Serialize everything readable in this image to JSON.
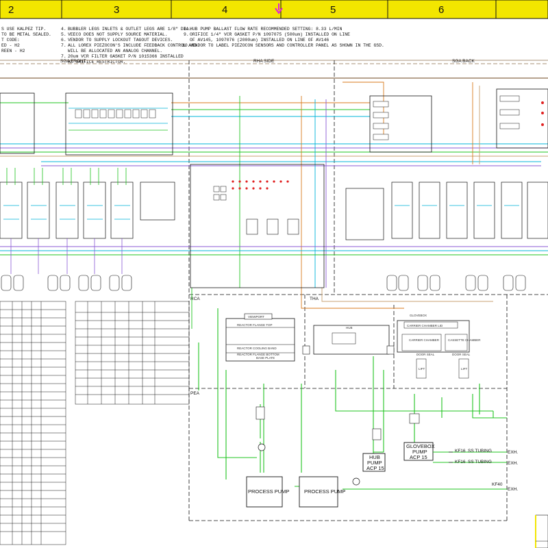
{
  "zones": [
    "2",
    "3",
    "4",
    "5",
    "6"
  ],
  "notes": {
    "left": [
      "S USE KALPEZ TIP.",
      "TO BE METAL SEALED.",
      "T CODE:",
      "ED - H2",
      "REEN - H2"
    ],
    "middle": [
      "BUBBLER LEGS INLETS & OUTLET LEGS ARE 1/8\" DIA.",
      "VEECO DOES NOT SUPPLY SOURCE MATERIAL.",
      "VENDOR TO SUPPLY LOCKOUT TAGOUT DEVICES.",
      "ALL LOREX PIEZOCON'S INCLUDE FEEDBACK CONTROL AND",
      "WILL BE ALLOCATED AN ANALOG CHANNEL.",
      "20um VCR FILTER GASKET P/N 1015366 INSTALLED",
      "AS ORIFICE RESTRICTOR."
    ],
    "middle_numbers": [
      "4.",
      "5.",
      "6.",
      "7.",
      "",
      "7.",
      ""
    ],
    "right": [
      "HUB PUMP BALLAST FLOW RATE RECOMMENDED SETTING: 8.33 L/MIN",
      "ORIFICE 1/4\" VCR GASKET P/N 1097075 (500um) INSTALLED ON LINE",
      "OF AV145, 1097076 (2000um) INSTALLED ON LINE OF AV146",
      "VENDOR TO LABEL PIEZOCON SENSORS AND CONTROLLER PANEL AS SHOWN IN THE GSD."
    ],
    "right_numbers": [
      "8.",
      "9.",
      "",
      "10."
    ]
  },
  "sections": {
    "sga_front": "SGA FRONT",
    "rha_side": "RHA SIDE",
    "sga_back": "SGA BACK",
    "rca": "RCA",
    "tha": "THA",
    "pea": "PEA",
    "glovebox": "GLOVEBOX"
  },
  "reactor": {
    "viewport": "VIEWPORT",
    "top": "REACTOR FLANGE TOP",
    "cooling": "REACTOR COOLING BAND",
    "bottom": "REACTOR FLANGE BOTTOM",
    "base": "BASE PLATE"
  },
  "hub_label": "HUB",
  "chambers": {
    "carrier_lid": "CARRIER CHAMBER LID",
    "carrier": "CARRIER CHAMBER",
    "cassette": "CASSETTE CHAMBER",
    "door_seal_1": "DOOR SEAL",
    "door_seal_2": "DOOR SEAL",
    "lift_1": "LIFT",
    "lift_2": "LIFT"
  },
  "pumps": {
    "process_1": "PROCESS PUMP",
    "process_2": "PROCESS PUMP",
    "hub": [
      "HUB",
      "PUMP",
      "ACP 15"
    ],
    "glovebox": [
      "GLOVEBOX",
      "PUMP",
      "ACP 15"
    ]
  },
  "exhaust": [
    {
      "fitting": "KF16",
      "line": "SS TUBING",
      "end": "EXH."
    },
    {
      "fitting": "KF16",
      "line": "SS TUBING",
      "end": "EXH."
    },
    {
      "fitting": "KF40",
      "line": "",
      "end": "EXH."
    }
  ],
  "colors": {
    "green": "#1fc41f",
    "cyan": "#00b4d8",
    "purple": "#8a5ad6",
    "orange": "#d87a1c",
    "tan": "#c8a070",
    "magenta": "#e01ee0",
    "dark": "#333333",
    "yellow": "#f2e600"
  }
}
